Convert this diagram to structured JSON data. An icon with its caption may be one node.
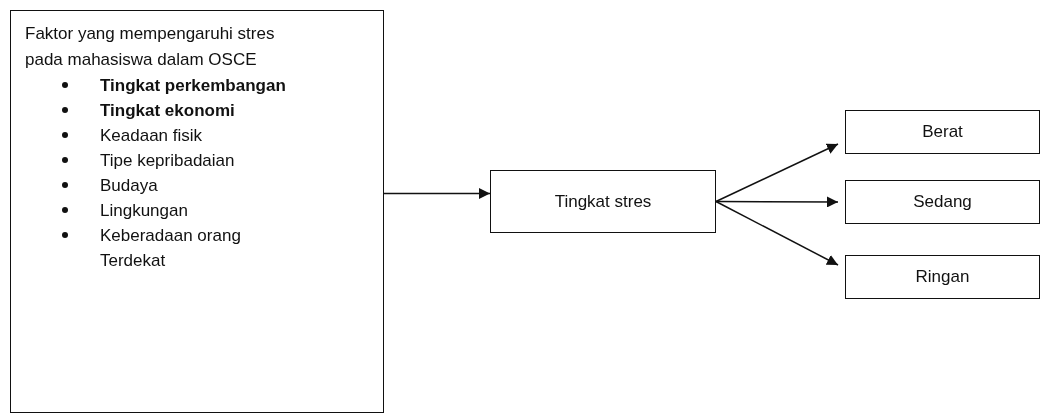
{
  "diagram": {
    "nodes": [
      {
        "text": [
          "Faktor yang mempengaruhi stres pada mahasiswa dalam OSCE",
          "Tingkat perkembangan",
          "Tingkat ekonomi",
          "Keadaan fisik",
          "Tipe kepribadaian",
          "Budaya",
          "Lingkungan",
          "Keberadaan orang Terdekat"
        ]
      },
      {
        "text": [
          "Tingkat stres"
        ]
      },
      {
        "text": [
          "Berat"
        ]
      },
      {
        "text": [
          "Sedang"
        ]
      },
      {
        "text": [
          "Ringan"
        ]
      }
    ],
    "edges": [
      {
        "from": 0,
        "to": 1,
        "arrow": "to"
      },
      {
        "from": 1,
        "to": 2,
        "arrow": "to"
      },
      {
        "from": 1,
        "to": 3,
        "arrow": "to"
      },
      {
        "from": 1,
        "to": 4,
        "arrow": "to"
      }
    ]
  }
}
